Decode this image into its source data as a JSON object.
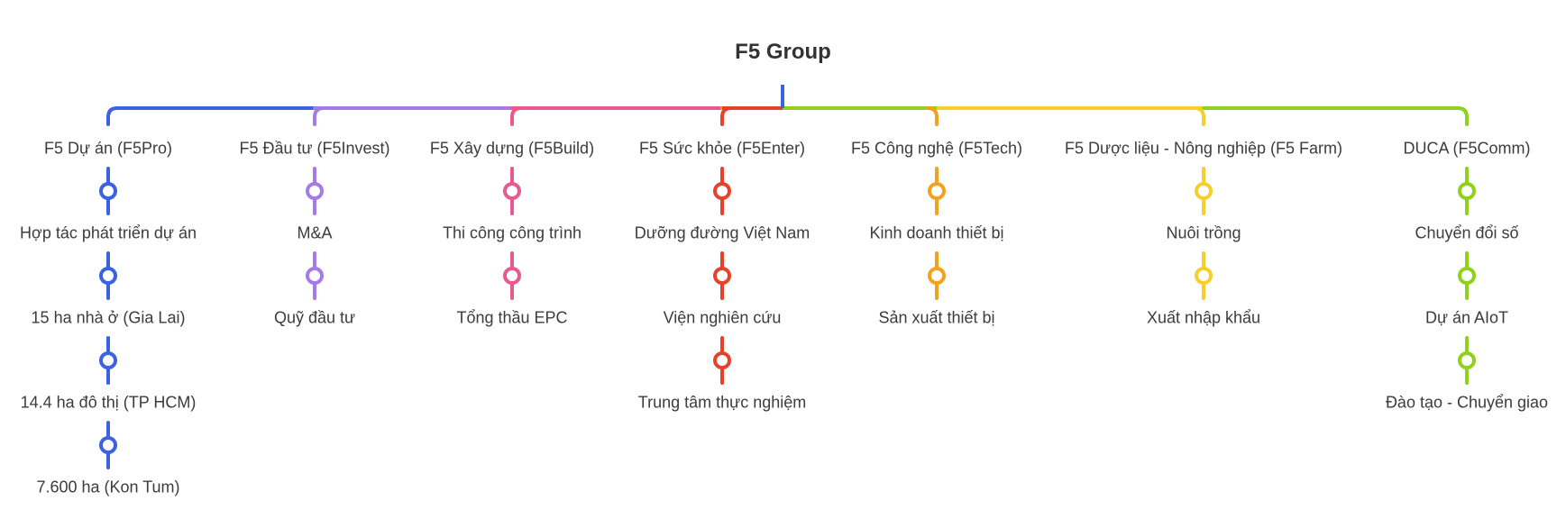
{
  "root": {
    "label": "F5 Group"
  },
  "branches": [
    {
      "label": "F5 Dự án (F5Pro)",
      "color": "#3b63e0",
      "items": [
        "Hợp tác phát triển dự án",
        "15 ha nhà ở (Gia Lai)",
        "14.4 ha đô thị (TP HCM)",
        "7.600 ha (Kon Tum)"
      ]
    },
    {
      "label": "F5 Đầu tư (F5Invest)",
      "color": "#a57be8",
      "items": [
        "M&A",
        "Quỹ đầu tư"
      ]
    },
    {
      "label": "F5 Xây dựng (F5Build)",
      "color": "#e85a8e",
      "items": [
        "Thi công công trình",
        "Tổng thầu EPC"
      ]
    },
    {
      "label": "F5 Sức khỏe (F5Enter)",
      "color": "#e8412b",
      "items": [
        "Dưỡng đường Việt Nam",
        "Viện nghiên cứu",
        "Trung tâm thực nghiệm"
      ]
    },
    {
      "label": "F5 Công nghệ (F5Tech)",
      "color": "#f3a21c",
      "items": [
        "Kinh doanh thiết bị",
        "Sản xuất thiết bị"
      ]
    },
    {
      "label": "F5 Dược liệu - Nông nghiệp (F5 Farm)",
      "color": "#f6cf2c",
      "items": [
        "Nuôi trồng",
        "Xuất nhập khẩu"
      ]
    },
    {
      "label": "DUCA (F5Comm)",
      "color": "#8fd11c",
      "items": [
        "Chuyển đổi số",
        "Dự án AIoT",
        "Đào tạo - Chuyển giao"
      ]
    }
  ]
}
